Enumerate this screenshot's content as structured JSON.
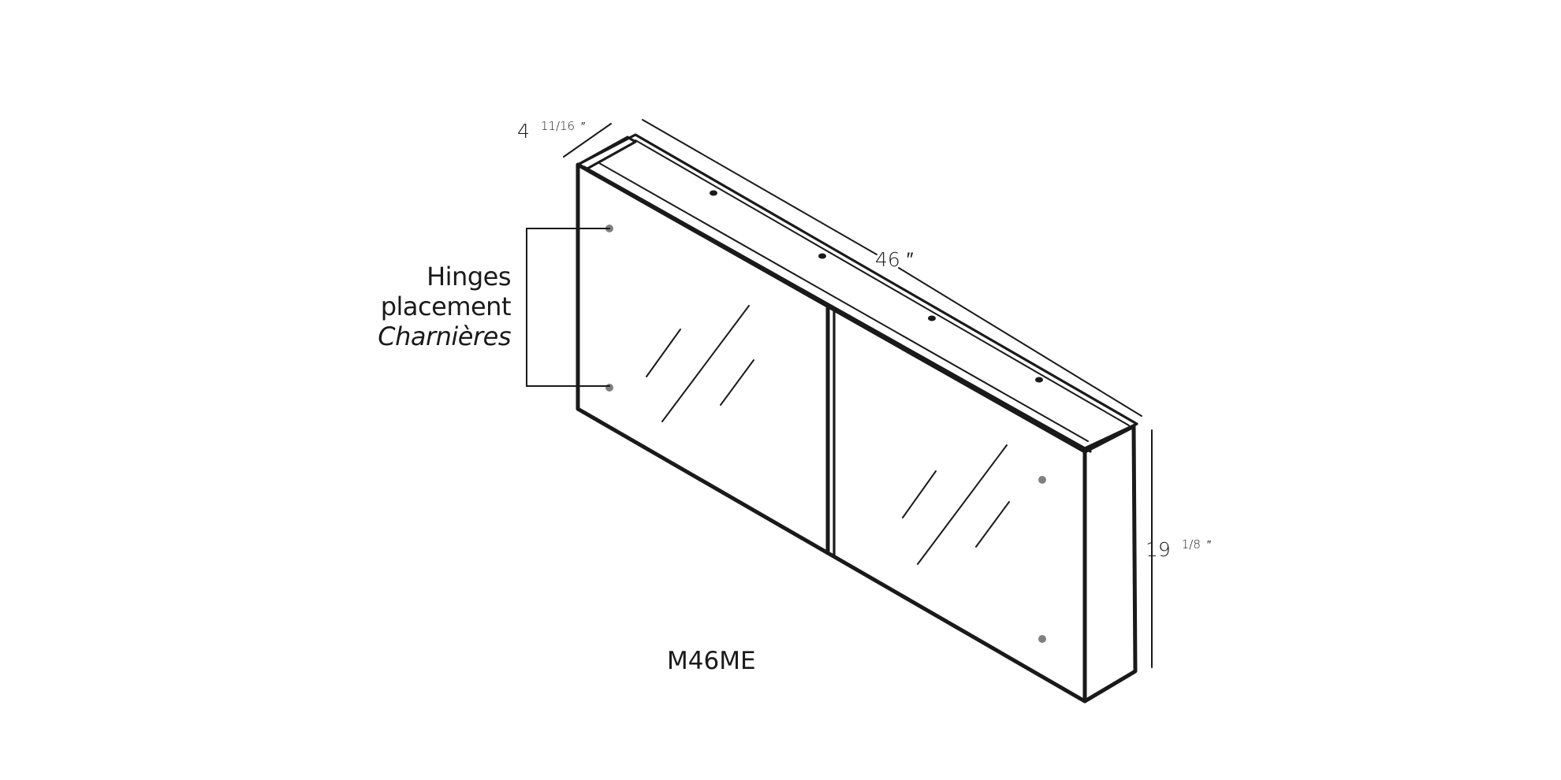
{
  "model": "M46ME",
  "dimensions": {
    "depth": {
      "whole": "4",
      "fraction": "11/16",
      "mark": "″"
    },
    "width": {
      "whole": "46",
      "mark": "″"
    },
    "height": {
      "whole": "19",
      "fraction": "1/8",
      "mark": "″"
    }
  },
  "hinges_label": {
    "line1": "Hinges",
    "line2": "placement",
    "line3": "Charnières"
  },
  "colors": {
    "line": "#1a1a1a",
    "hinge_dot": "#808080",
    "background": "#ffffff"
  }
}
